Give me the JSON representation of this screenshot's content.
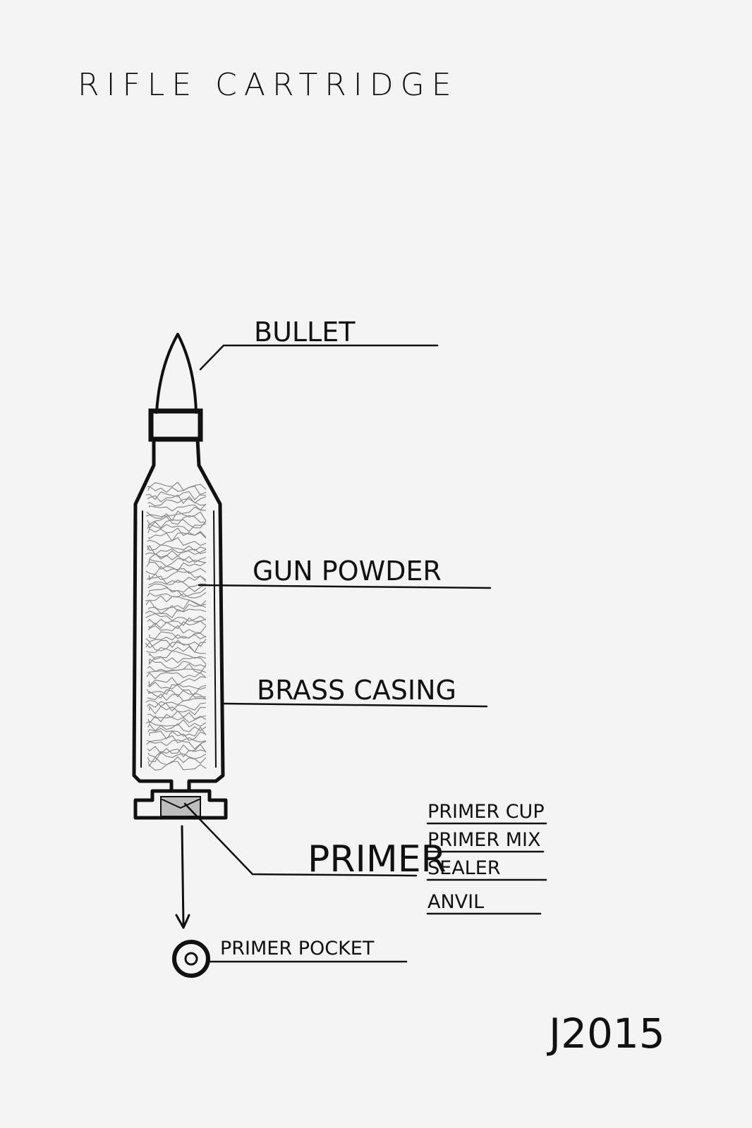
{
  "title": "RIFLE CARTRIDGE",
  "labels": {
    "bullet": "BULLET",
    "gun_powder": "GUN POWDER",
    "brass_casing": "BRASS CASING",
    "primer": "PRIMER",
    "primer_parts": [
      "PRIMER CUP",
      "PRIMER MIX",
      "SEALER",
      "ANVIL"
    ],
    "primer_pocket": "PRIMER POCKET"
  },
  "signature": "J2015",
  "colors": {
    "ink": "#111111",
    "paper": "#f4f4f4",
    "powder": "#888888"
  }
}
